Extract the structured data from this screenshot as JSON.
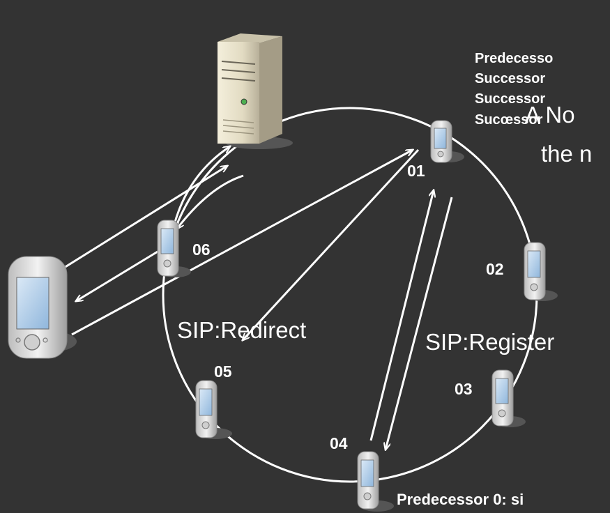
{
  "top_box": {
    "lines": [
      "Predecesso",
      "Successor",
      "Successor",
      "Succ"
    ],
    "overlap_word": "essor"
  },
  "note": {
    "line1": "A No",
    "line2": "the n"
  },
  "labels": {
    "redirect": "SIP:Redirect",
    "register": "SIP:Register",
    "bottom_text": "Predecessor 0: si"
  },
  "nodes": [
    {
      "id": "01"
    },
    {
      "id": "02"
    },
    {
      "id": "03"
    },
    {
      "id": "04"
    },
    {
      "id": "05"
    },
    {
      "id": "06"
    }
  ],
  "colors": {
    "background": "#333333",
    "foreground": "#ffffff",
    "device_body": "#d8d8d8",
    "screen": "#a8c8e8",
    "server_body": "#e6e0c8"
  }
}
